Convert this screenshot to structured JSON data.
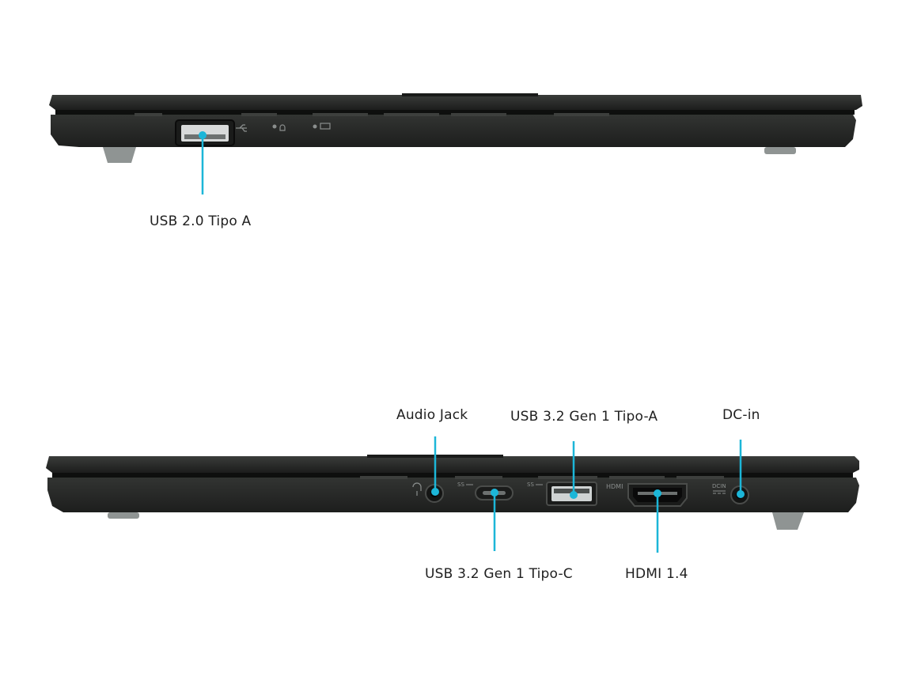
{
  "colors": {
    "background": "#ffffff",
    "chassis": "#2b2d2b",
    "chassis_dark": "#151615",
    "callout": "#1cb6d8",
    "label_text": "#1f1f1f",
    "foot": "#8f9493"
  },
  "left_side": {
    "ports": [
      {
        "label": "USB 2.0 Tipo A",
        "icon": "usb-icon"
      }
    ],
    "indicator_icons": [
      "power-led-icon",
      "battery-led-icon"
    ]
  },
  "right_side": {
    "ports": [
      {
        "label": "Audio Jack",
        "icon": "headset-icon"
      },
      {
        "label": "USB 3.2 Gen 1 Tipo-C",
        "icon": "usb-ss-icon"
      },
      {
        "label": "USB 3.2 Gen 1 Tipo-A",
        "icon": "usb-ss-icon"
      },
      {
        "label": "HDMI 1.4",
        "icon": "hdmi-text-icon",
        "printed_text": "HDMI"
      },
      {
        "label": "DC-in",
        "icon": "dc-in-icon",
        "printed_text": "DCIN"
      }
    ]
  }
}
